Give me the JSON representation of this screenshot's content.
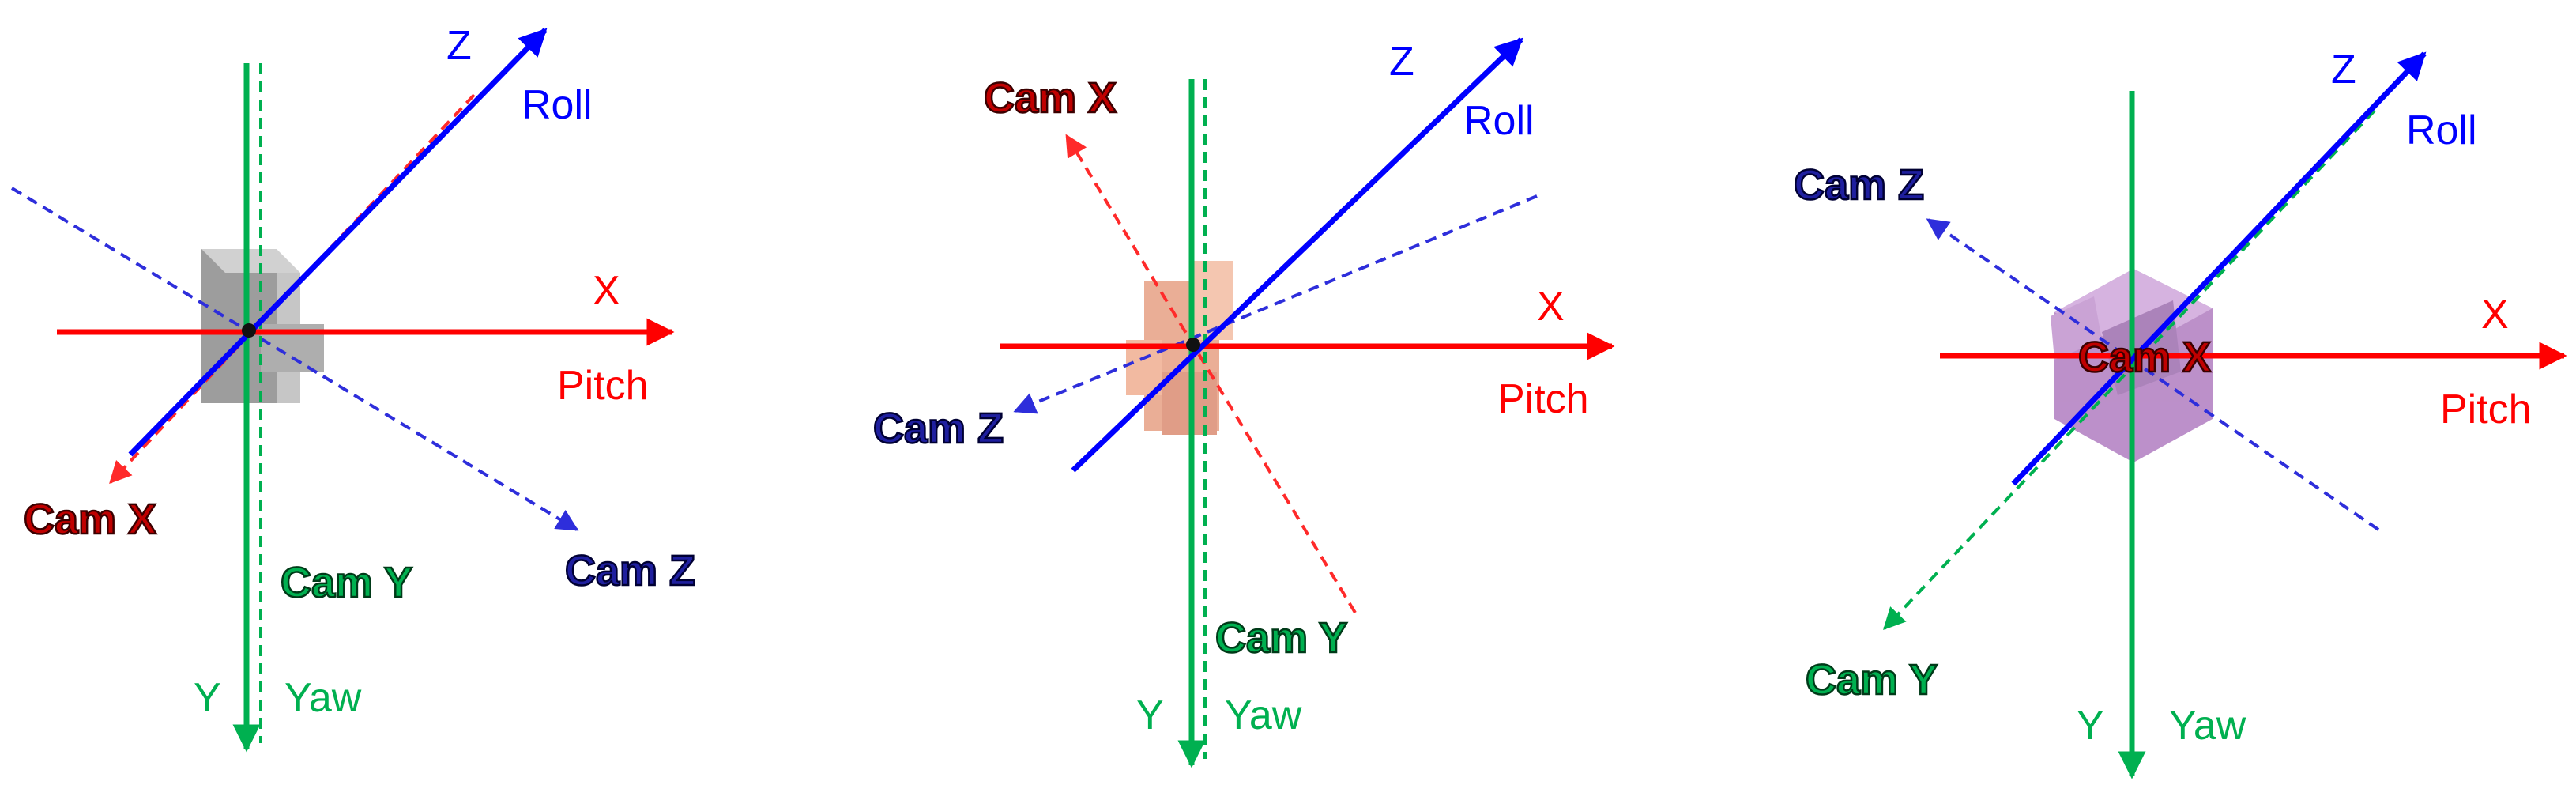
{
  "colors": {
    "x_axis": "#ff0000",
    "y_axis": "#00b050",
    "z_axis": "#0000ff",
    "cam_x_text": "#c00000",
    "cam_y_text": "#00b050",
    "cam_z_text": "#1f1f9f",
    "cam_dashed_blue": "#2e2edb",
    "cam_dashed_red": "#ff2a2a",
    "cam_dashed_green": "#00b050"
  },
  "panels": [
    {
      "axis_labels": {
        "x": "X",
        "pitch": "Pitch",
        "y": "Y",
        "yaw": "Yaw",
        "z": "Z",
        "roll": "Roll"
      },
      "cam_labels": {
        "x": "Cam X",
        "y": "Cam Y",
        "z": "Cam Z"
      },
      "camera_color": "#9a9a9a",
      "camera_shape": "grey-camera-block"
    },
    {
      "axis_labels": {
        "x": "X",
        "pitch": "Pitch",
        "y": "Y",
        "yaw": "Yaw",
        "z": "Z",
        "roll": "Roll"
      },
      "cam_labels": {
        "x": "Cam X",
        "y": "Cam Y",
        "z": "Cam Z"
      },
      "camera_color": "#e69a7c",
      "camera_shape": "orange-camera-block"
    },
    {
      "axis_labels": {
        "x": "X",
        "pitch": "Pitch",
        "y": "Y",
        "yaw": "Yaw",
        "z": "Z",
        "roll": "Roll"
      },
      "cam_labels": {
        "x": "Cam X",
        "y": "Cam Y",
        "z": "Cam Z"
      },
      "camera_color": "#b07ac2",
      "camera_shape": "purple-camera-block"
    }
  ]
}
